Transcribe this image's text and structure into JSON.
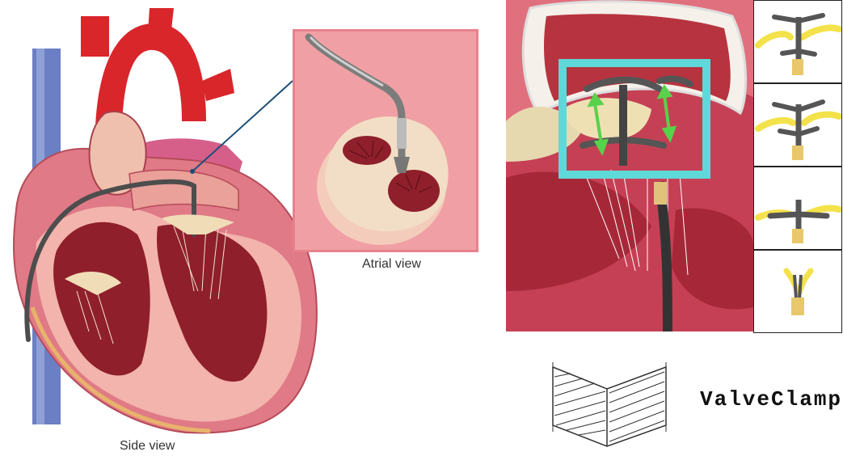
{
  "captions": {
    "side": "Side view",
    "atrial": "Atrial view"
  },
  "brand": {
    "name": "ValveClamp"
  },
  "colors": {
    "myocardium": "#d45a66",
    "heart_inner": "#8f1f2b",
    "aorta": "#d9262b",
    "vena_cava": "#6b7fc4",
    "highlight_frame": "#5fd8da",
    "arrow": "#57d24a",
    "device": "#5a5a5a",
    "leaflet": "#f0ddb8",
    "clip_yellow": "#f3e24a"
  },
  "icons": [
    "heart-illustration",
    "catheter-icon",
    "clamp-device-icon",
    "double-arrow-icon",
    "valveclamp-logo"
  ]
}
